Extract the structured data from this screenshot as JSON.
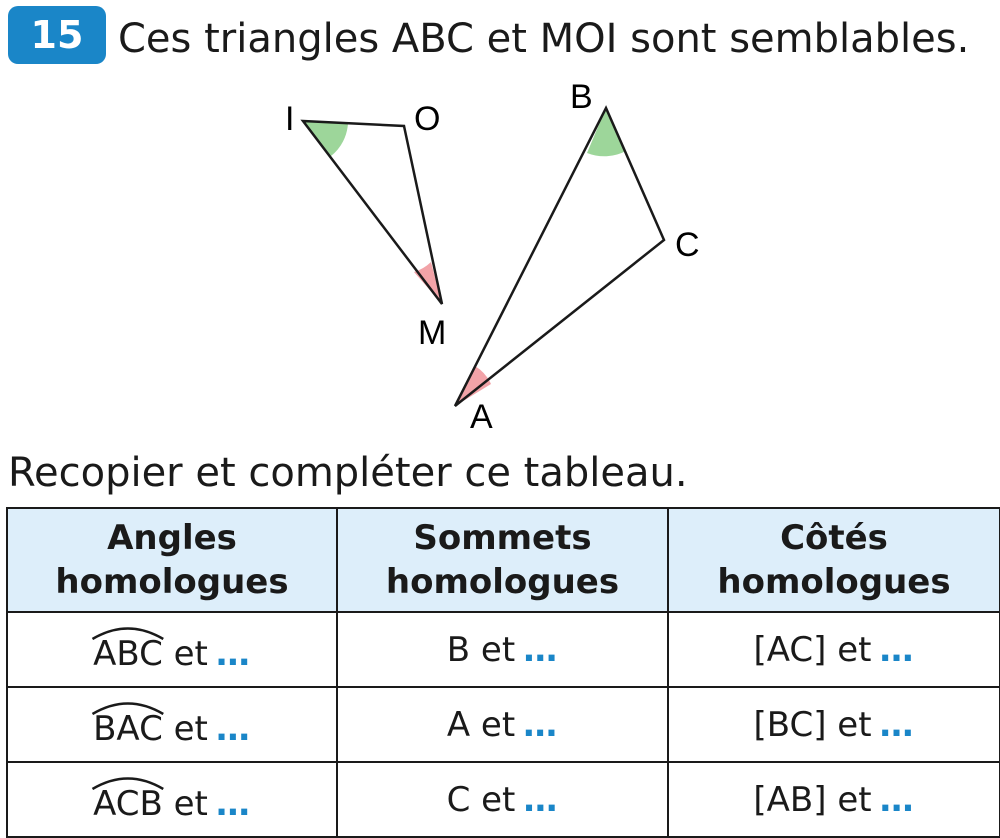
{
  "exercise": {
    "number": "15",
    "statement": "Ces triangles ABC et MOI sont semblables."
  },
  "figure": {
    "labels": {
      "I": "I",
      "O": "O",
      "M": "M",
      "B": "B",
      "C": "C",
      "A": "A"
    },
    "colors": {
      "green_angle": "#9dd69a",
      "red_angle": "#f2a3a8",
      "line": "#1a1a1a"
    }
  },
  "instruction": "Recopier et compléter ce tableau.",
  "table": {
    "headers": [
      {
        "line1": "Angles",
        "line2": "homologues"
      },
      {
        "line1": "Sommets",
        "line2": "homologues"
      },
      {
        "line1": "Côtés",
        "line2": "homologues"
      }
    ],
    "rows": [
      {
        "angle": "ABC",
        "angle_suffix": " et",
        "vertex": "B et",
        "side": "[AC] et"
      },
      {
        "angle": "BAC",
        "angle_suffix": " et",
        "vertex": "A et",
        "side": "[BC] et"
      },
      {
        "angle": "ACB",
        "angle_suffix": " et",
        "vertex": "C et",
        "side": "[AB] et"
      }
    ],
    "placeholder": "…"
  },
  "colors": {
    "accent": "#1a86c8",
    "header_bg": "#ddeefa"
  }
}
